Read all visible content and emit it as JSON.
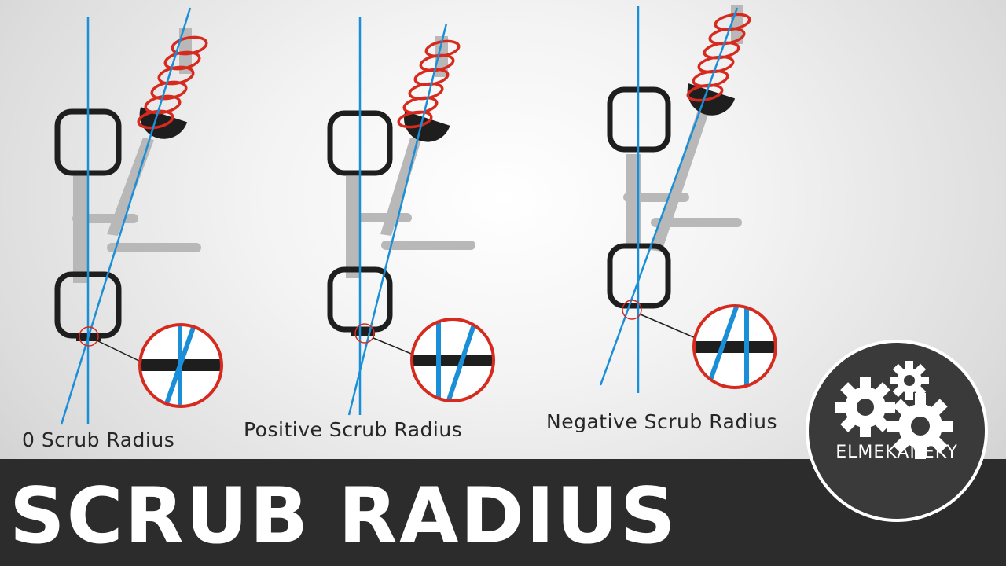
{
  "captions": {
    "zero": "0 Scrub Radius",
    "positive": "Positive Scrub Radius",
    "negative": "Negative Scrub Radius"
  },
  "banner": {
    "title": "SCRUB RADIUS"
  },
  "logo": {
    "text": "ELMEKANEKY"
  },
  "colors": {
    "axis_blue": "#1a8fd8",
    "spring_red": "#d62a1e",
    "part_gray": "#b8b8b8",
    "outline": "#1e1e1e",
    "banner_bg": "#2c2c2c",
    "logo_bg": "#3a3a3a"
  }
}
